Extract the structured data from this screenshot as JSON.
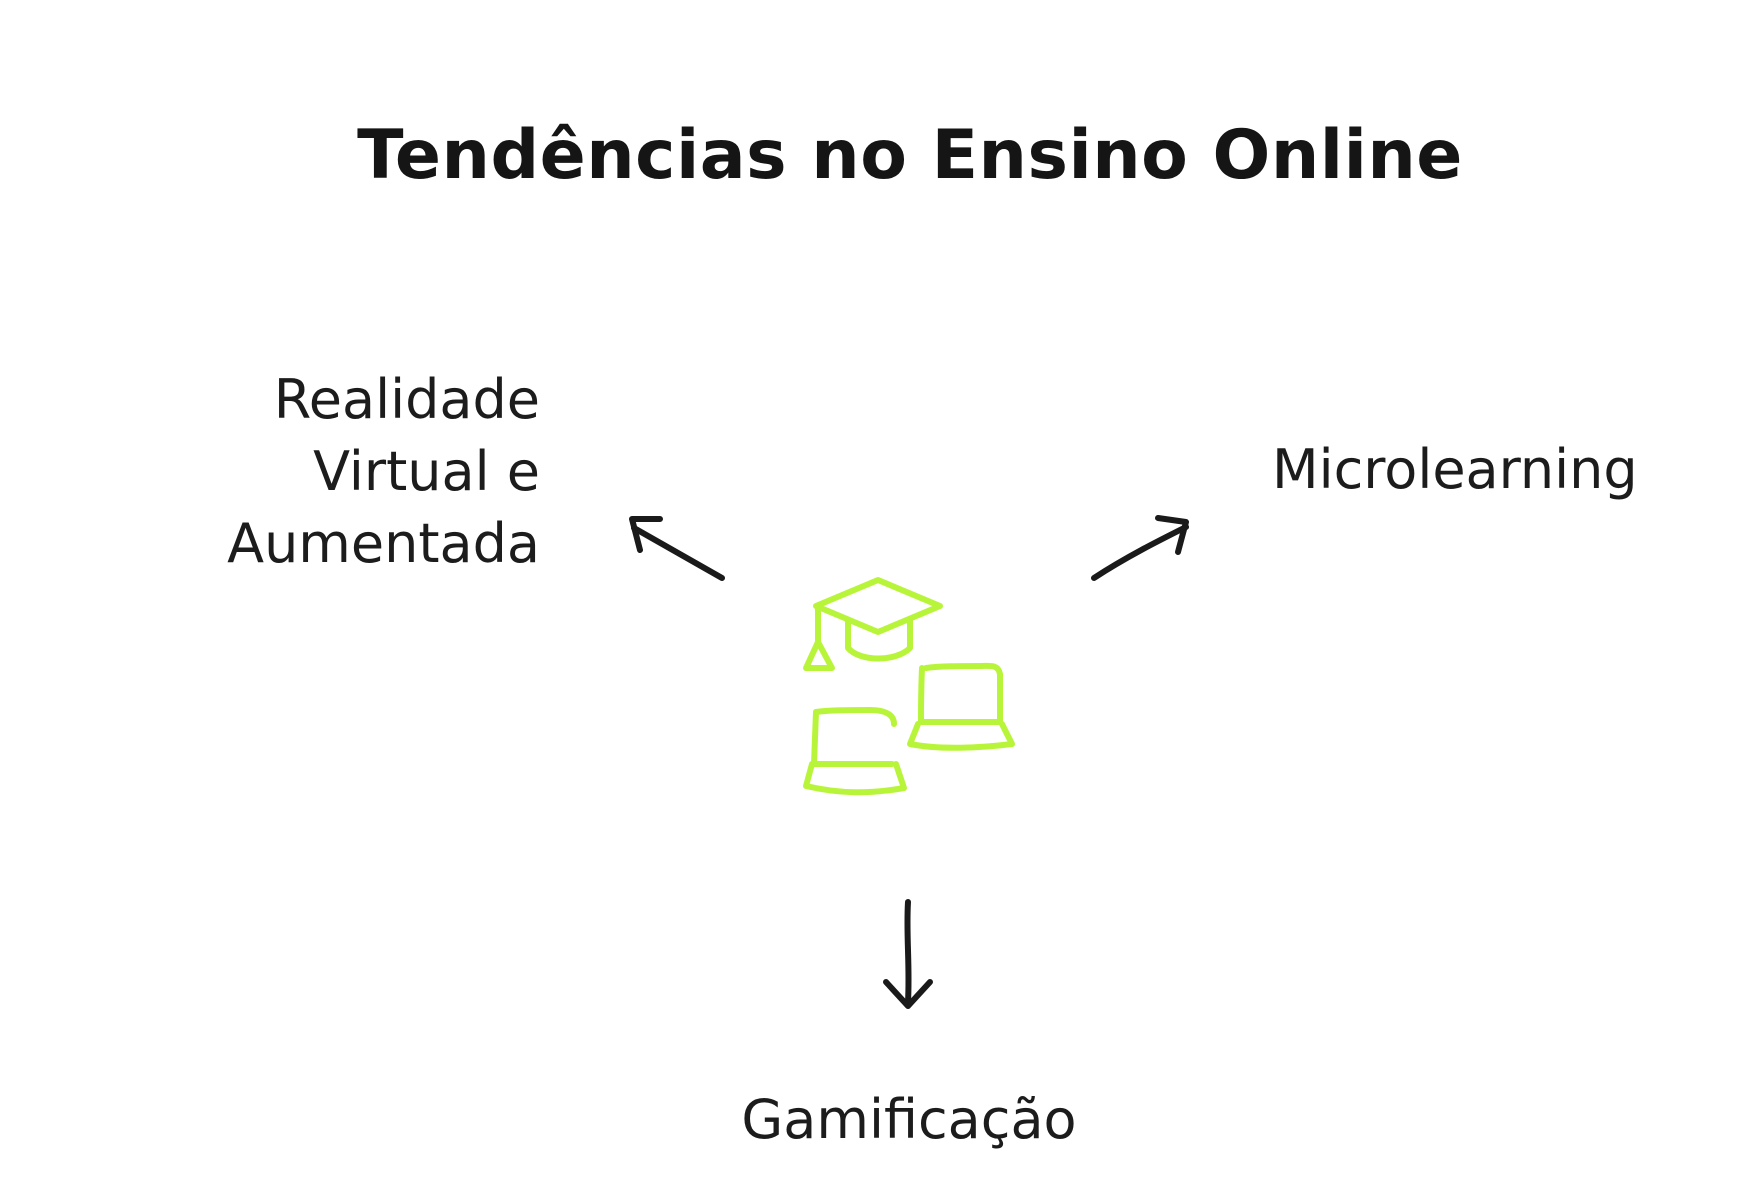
{
  "title": "Tendências no Ensino Online",
  "center_icon": {
    "name": "graduation-laptops-icon",
    "color": "#b8f53a"
  },
  "arrow_color": "#1a1a1a",
  "branches": {
    "left": {
      "lines": [
        "Realidade",
        "Virtual e",
        "Aumentada"
      ]
    },
    "right": {
      "label": "Microlearning"
    },
    "bottom": {
      "label": "Gamificação"
    }
  }
}
